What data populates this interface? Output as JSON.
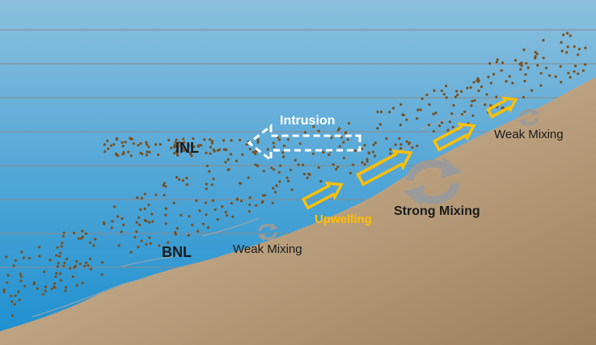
{
  "labels": {
    "intrusion": "Intrusion",
    "inl": "INL",
    "bnl": "BNL",
    "upwelling": "Upwelling",
    "strong_mixing": "Strong Mixing",
    "weak_mixing_left": "Weak Mixing",
    "weak_mixing_right": "Weak Mixing"
  },
  "colors": {
    "water_top": "#8bbfdd",
    "water_bottom": "#1b8fd0",
    "seabed_light": "#dcc3a3",
    "seabed_dark": "#9c805d",
    "particles": "#7a4f1d",
    "isolines": "#8a8a8a",
    "upwelling_arrows": "#ffc000",
    "intrusion_arrow": "#ffffff",
    "mixing_icon": "#9a9a9a",
    "dark_text": "#1a1a1a",
    "light_text": "#ffffff"
  }
}
